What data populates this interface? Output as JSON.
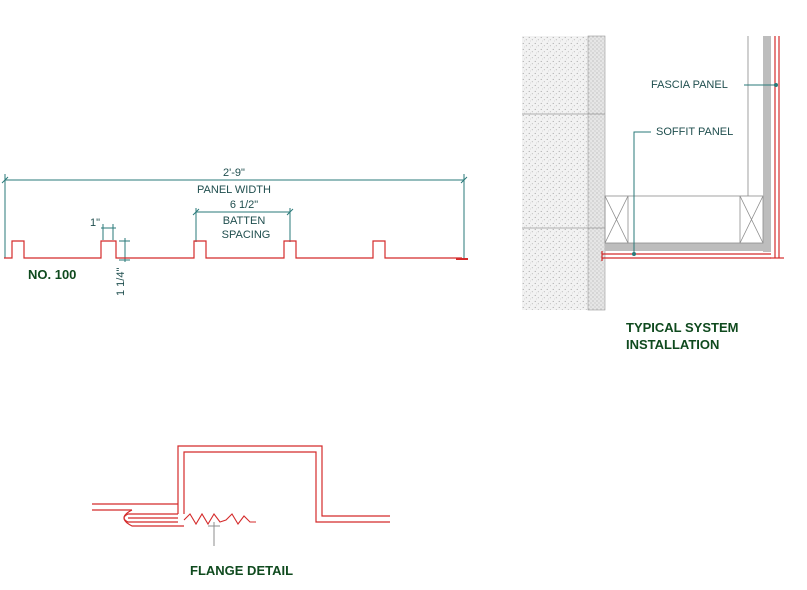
{
  "profile": {
    "model_label": "NO. 100",
    "overall_width": "2'-9\"",
    "overall_width_caption": "PANEL WIDTH",
    "batten_spacing": "6 1/2\"",
    "batten_caption_line1": "BATTEN",
    "batten_caption_line2": "SPACING",
    "rib_width": "1\"",
    "rib_height": "1 1/4\""
  },
  "installation": {
    "fascia_label": "FASCIA PANEL",
    "soffit_label": "SOFFIT PANEL",
    "title_line1": "TYPICAL SYSTEM",
    "title_line2": "INSTALLATION"
  },
  "flange": {
    "title": "FLANGE DETAIL"
  },
  "colors": {
    "panel": "#d42b2b",
    "dimension": "#2a7a7a",
    "title": "#0f4a1e",
    "masonry": "#c8c8c8"
  }
}
